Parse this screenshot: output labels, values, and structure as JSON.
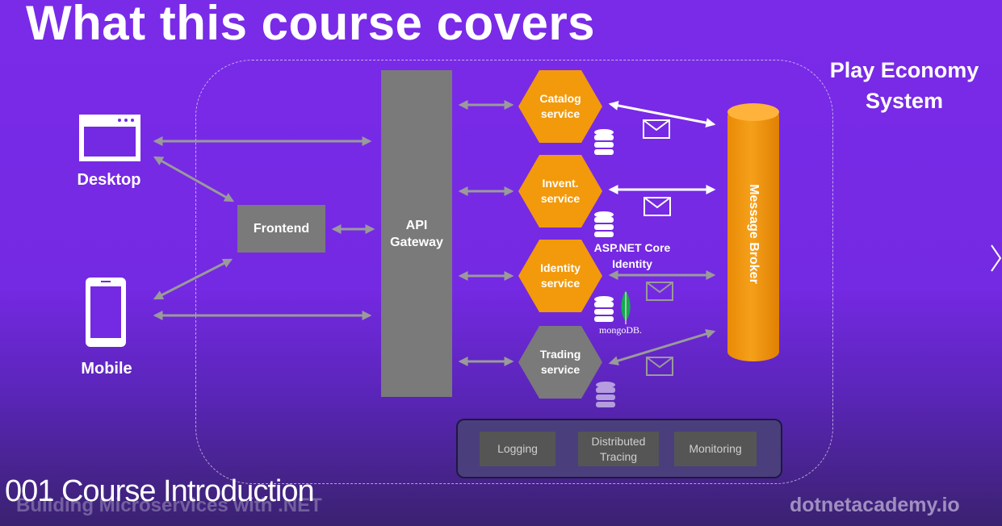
{
  "slide": {
    "title": "What this course covers",
    "system_label": "Play Economy System"
  },
  "clients": {
    "desktop": "Desktop",
    "mobile": "Mobile"
  },
  "frontend": "Frontend",
  "gateway": "API Gateway",
  "services": [
    {
      "label": "Catalog service",
      "color": "#f29a0c"
    },
    {
      "label": "Invent. service",
      "color": "#f29a0c"
    },
    {
      "label": "Identity service",
      "color": "#f29a0c"
    },
    {
      "label": "Trading service",
      "color": "#7a7a7a"
    }
  ],
  "identity_tech": "ASP.NET Core Identity",
  "db_brand": "mongoDB.",
  "broker": "Message Broker",
  "infrastructure": [
    "Logging",
    "Distributed Tracing",
    "Monitoring"
  ],
  "video": {
    "subtitle": "001 Course Introduction",
    "course_name": "Building Microservices with .NET",
    "brand": "dotnetacademy.io"
  },
  "colors": {
    "background": "#7429e2",
    "service": "#f29a0c",
    "component": "#7a7a7a",
    "arrow": "#9a9a9a"
  },
  "icons": [
    "browser-window-icon",
    "mobile-phone-icon",
    "database-icon",
    "envelope-icon",
    "mongodb-leaf-icon",
    "chevron-right-icon"
  ]
}
